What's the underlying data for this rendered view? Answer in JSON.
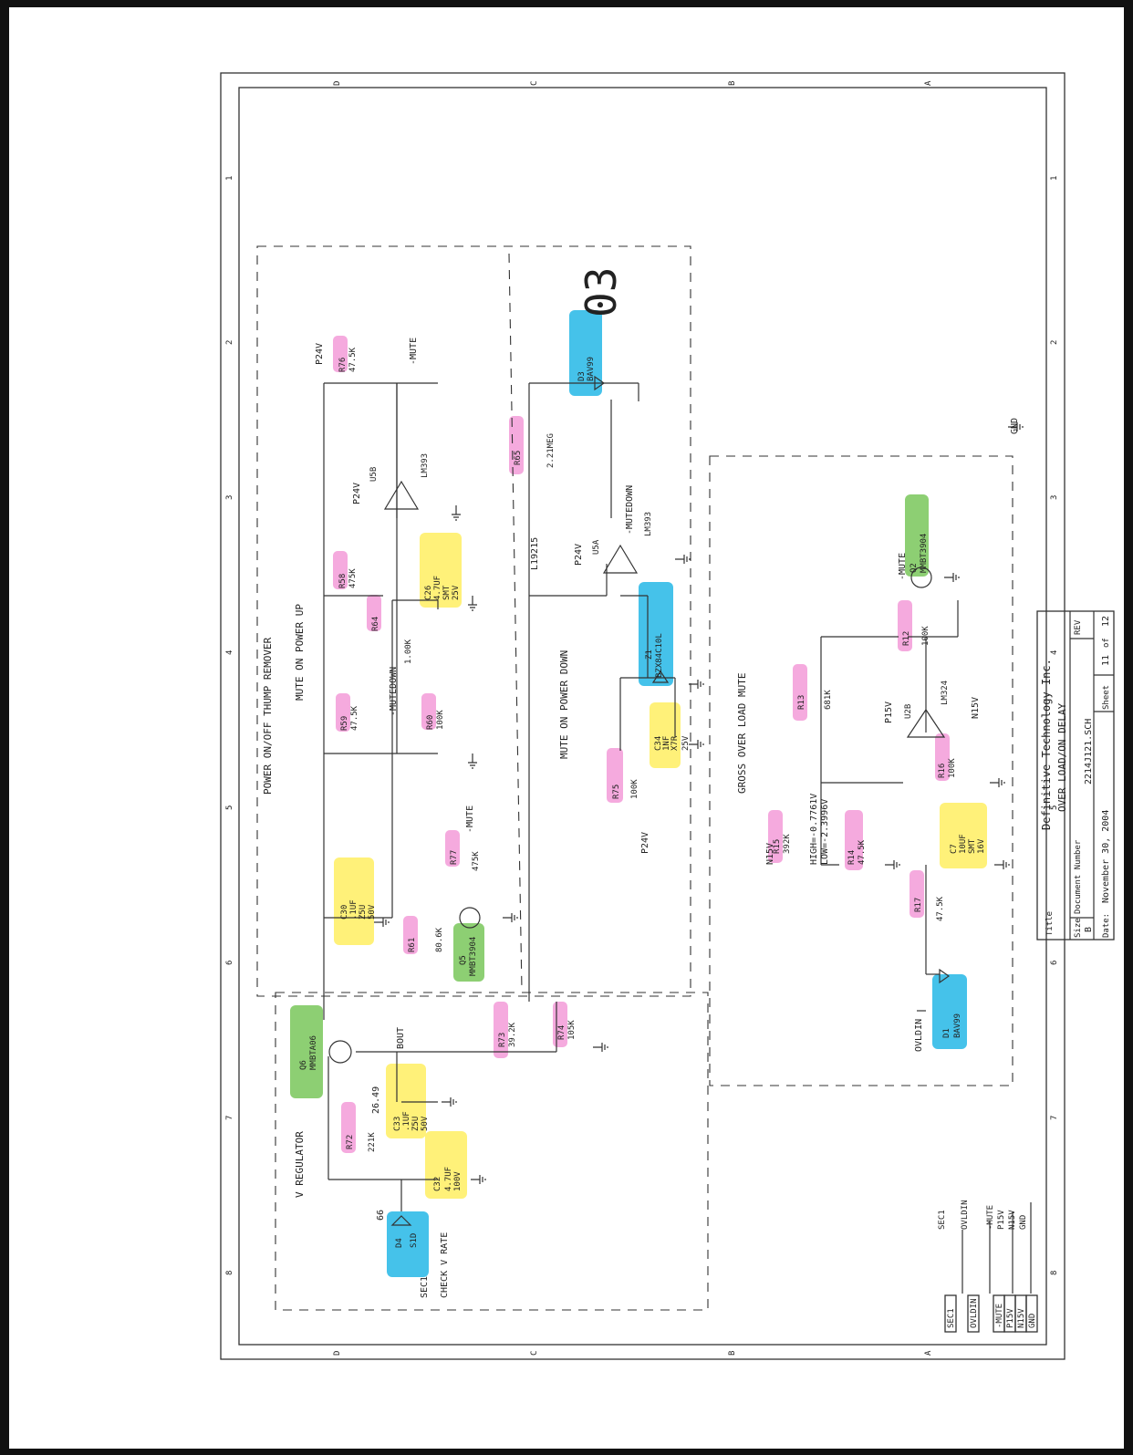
{
  "title_block": {
    "title_label": "Title",
    "company": "Definitive Technology Inc.",
    "title": "OVER LOAD/ON DELAY",
    "size_label": "Size",
    "size": "B",
    "doc_label": "Document Number",
    "doc_number": "2214J121.SCH",
    "rev_label": "REV",
    "date_label": "Date:",
    "date": "November 30, 2004",
    "sheet_label": "Sheet",
    "sheet": "11",
    "of_label": "of",
    "sheet_total": "12"
  },
  "handwritten_mark": "03",
  "sections": {
    "thump": "POWER ON/OFF THUMP REMOVER",
    "mute_up": "MUTE ON POWER UP",
    "mute_down": "MUTE ON POWER DOWN",
    "v_reg": "V REGULATOR",
    "gross": "GROSS OVER LOAD MUTE"
  },
  "nets": {
    "p24v": "P24V",
    "mute": "-MUTE",
    "mutedown": "-MUTEDOWN",
    "bout": "BOUT",
    "n15v": "N15V",
    "p15v": "P15V",
    "gnd": "GND",
    "ovldin": "OVLDIN",
    "sec1": "SEC1",
    "l19215": "L19215",
    "v_26": "26.49",
    "v_66": "66",
    "check": "CHECK V RATE",
    "high": "HIGH=-0.7761V",
    "low": "LOW=-2.3996V"
  },
  "parts": {
    "r76": "R76",
    "r76_v": "47.5K",
    "r58": "R58",
    "r58_v": "475K",
    "r64": "R64",
    "r64_v": "1.00K",
    "r59": "R59",
    "r59_v": "47.5K",
    "r60": "R60",
    "r60_v": "100K",
    "r77": "R77",
    "r77_v": "475K",
    "r61": "R61",
    "r61_v": "80.6K",
    "r65": "R65",
    "r65_v": "2.21MEG",
    "r75": "R75",
    "r75_v": "100K",
    "r73": "R73",
    "r73_v": "39.2K",
    "r74": "R74",
    "r74_v": "105K",
    "r72": "R72",
    "r72_v": "221K",
    "r13": "R13",
    "r13_v": "681K",
    "r12": "R12",
    "r12_v": "100K",
    "r15": "R15",
    "r15_v": "392K",
    "r14": "R14",
    "r14_v": "47.5K",
    "r16": "R16",
    "r16_v": "100K",
    "r17": "R17",
    "r17_v": "47.5K",
    "c26": "C26",
    "c26_v1": "4.7UF",
    "c26_v2": "SMT",
    "c26_v3": "25V",
    "c30": "C30",
    "c30_v1": ".1UF",
    "c30_v2": "Z5U",
    "c30_v3": "50V",
    "c34": "C34",
    "c34_v1": "1NF",
    "c34_v2": "X7R",
    "c34_v3": "25V",
    "c33": "C33",
    "c33_v1": ".1UF",
    "c33_v2": "Z5U",
    "c33_v3": "50V",
    "c32": "C32",
    "c32_v1": "4.7UF",
    "c32_v2": "100V",
    "c7": "C7",
    "c7_v1": "10UF",
    "c7_v2": "SMT",
    "c7_v3": "16V",
    "d3": "D3",
    "d3_v": "BAV99",
    "d4": "D4",
    "d4_v": "S1D",
    "d1": "D1",
    "d1_v": "BAV99",
    "z1": "Z1",
    "z1_v": "BZX84C10L",
    "q5": "Q5",
    "q5_v": "MMBT3904",
    "q6": "Q6",
    "q6_v": "MMBTA06",
    "q2": "Q2",
    "q2_v": "MMBT3904",
    "u5b": "U5B",
    "u5b_v": "LM393",
    "u5a": "U5A",
    "u5a_v": "LM393",
    "u2b": "U2B",
    "u2b_v": "LM324"
  },
  "ports": [
    "SEC1",
    "OVLDIN",
    "-MUTE",
    "P15V",
    "N15V",
    "GND"
  ],
  "border": {
    "rows": [
      "A",
      "B",
      "C",
      "D"
    ],
    "cols": [
      "1",
      "2",
      "3",
      "4",
      "5",
      "6",
      "7",
      "8"
    ]
  },
  "colors": {
    "pink": "#f39bd8",
    "yellow": "#fff06a",
    "blue": "#24b7e6",
    "green": "#79c75a"
  }
}
